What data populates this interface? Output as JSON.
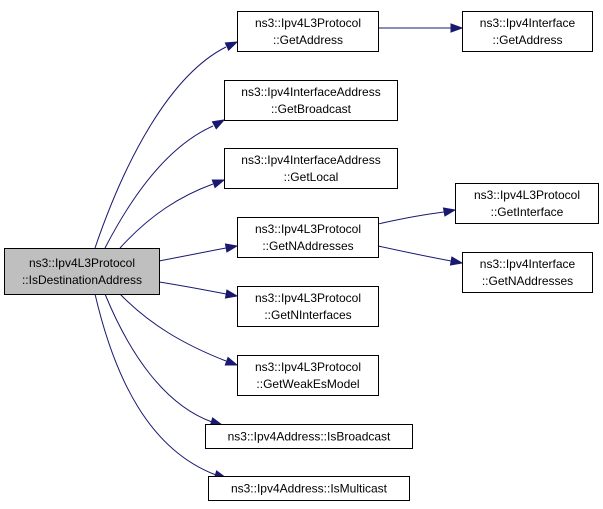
{
  "nodes": [
    {
      "id": "root",
      "lines": [
        "ns3::Ipv4L3Protocol",
        "::IsDestinationAddress"
      ],
      "root": true
    },
    {
      "id": "getaddress_l3",
      "lines": [
        "ns3::Ipv4L3Protocol",
        "::GetAddress"
      ]
    },
    {
      "id": "getaddress_if",
      "lines": [
        "ns3::Ipv4Interface",
        "::GetAddress"
      ]
    },
    {
      "id": "getbroadcast",
      "lines": [
        "ns3::Ipv4InterfaceAddress",
        "::GetBroadcast"
      ]
    },
    {
      "id": "getlocal",
      "lines": [
        "ns3::Ipv4InterfaceAddress",
        "::GetLocal"
      ]
    },
    {
      "id": "getnaddresses_l3",
      "lines": [
        "ns3::Ipv4L3Protocol",
        "::GetNAddresses"
      ]
    },
    {
      "id": "getinterface",
      "lines": [
        "ns3::Ipv4L3Protocol",
        "::GetInterface"
      ]
    },
    {
      "id": "getnaddresses_if",
      "lines": [
        "ns3::Ipv4Interface",
        "::GetNAddresses"
      ]
    },
    {
      "id": "getninterfaces",
      "lines": [
        "ns3::Ipv4L3Protocol",
        "::GetNInterfaces"
      ]
    },
    {
      "id": "getweakesmodel",
      "lines": [
        "ns3::Ipv4L3Protocol",
        "::GetWeakEsModel"
      ]
    },
    {
      "id": "isbroadcast",
      "lines": [
        "ns3::Ipv4Address::IsBroadcast"
      ]
    },
    {
      "id": "ismulticast",
      "lines": [
        "ns3::Ipv4Address::IsMulticast"
      ]
    }
  ],
  "edges": [
    {
      "from": "root",
      "to": "getaddress_l3"
    },
    {
      "from": "getaddress_l3",
      "to": "getaddress_if"
    },
    {
      "from": "root",
      "to": "getbroadcast"
    },
    {
      "from": "root",
      "to": "getlocal"
    },
    {
      "from": "root",
      "to": "getnaddresses_l3"
    },
    {
      "from": "getnaddresses_l3",
      "to": "getinterface"
    },
    {
      "from": "getnaddresses_l3",
      "to": "getnaddresses_if"
    },
    {
      "from": "root",
      "to": "getninterfaces"
    },
    {
      "from": "root",
      "to": "getweakesmodel"
    },
    {
      "from": "root",
      "to": "isbroadcast"
    },
    {
      "from": "root",
      "to": "ismulticast"
    }
  ],
  "colors": {
    "edge": "#191970",
    "root_fill": "#bfbfbf",
    "node_fill": "#ffffff",
    "border": "#000000"
  }
}
